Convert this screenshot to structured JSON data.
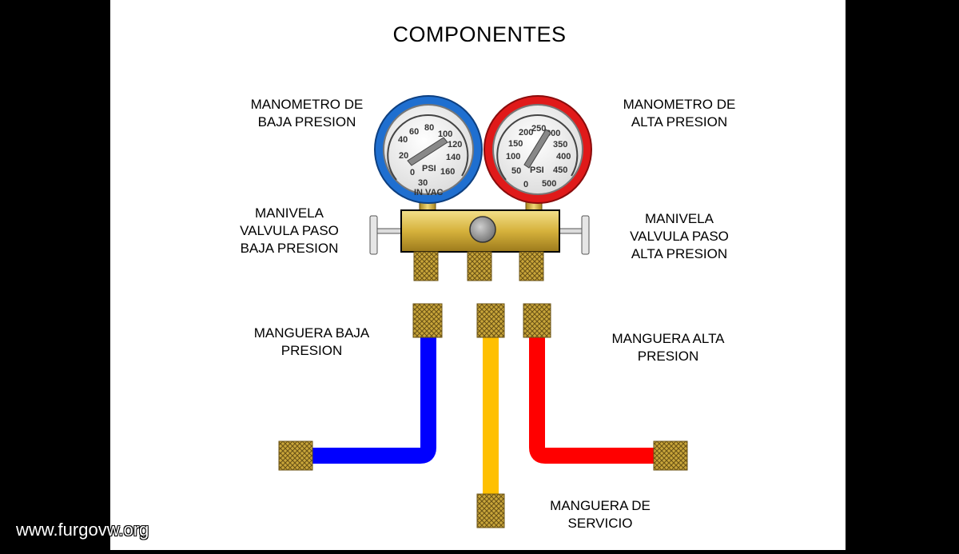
{
  "title": "COMPONENTES",
  "labels": {
    "low_gauge": [
      "MANOMETRO DE",
      "BAJA PRESION"
    ],
    "high_gauge": [
      "MANOMETRO DE",
      "ALTA PRESION"
    ],
    "low_valve": [
      "MANIVELA",
      "VALVULA PASO",
      "BAJA PRESION"
    ],
    "high_valve": [
      "MANIVELA",
      "VALVULA PASO",
      "ALTA PRESION"
    ],
    "low_hose": [
      "MANGUERA BAJA",
      "PRESION"
    ],
    "high_hose": [
      "MANGUERA ALTA",
      "PRESION"
    ],
    "service_hose": [
      "MANGUERA DE",
      "SERVICIO"
    ]
  },
  "low_gauge_scale": [
    "0",
    "20",
    "40",
    "60",
    "80",
    "100",
    "120",
    "140",
    "160",
    "30",
    "IN VAC",
    "PSI"
  ],
  "high_gauge_scale": [
    "0",
    "50",
    "100",
    "150",
    "200",
    "250",
    "300",
    "350",
    "400",
    "450",
    "500",
    "PSI"
  ],
  "colors": {
    "low": "#1a6fd0",
    "high": "#e01a1a",
    "low_hose": "#0000ff",
    "high_hose": "#ff0000",
    "service_hose": "#ffc000",
    "brass": "#d8b840"
  },
  "watermark": "www.furgovw.org"
}
